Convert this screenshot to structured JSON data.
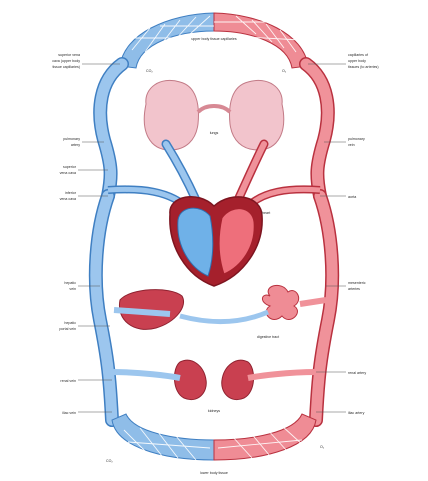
{
  "labels": {
    "upper_left": [
      "superior vena",
      "cava (upper body",
      "tissue capillaries)"
    ],
    "upper_right": [
      "capillaries of",
      "upper body",
      "tissues (to arteries)"
    ],
    "top_center": "upper body tissue capillaries",
    "co2_top": "CO₂",
    "o2_top": "O₂",
    "pulmonary_artery": [
      "pulmonary",
      "artery"
    ],
    "pulmonary_vein": [
      "pulmonary",
      "vein"
    ],
    "lungs": "lungs",
    "superior_vena_cava": [
      "superior",
      "vena cava"
    ],
    "inferior_vena_cava": [
      "inferior",
      "vena cava"
    ],
    "aorta": "aorta",
    "heart": "heart",
    "hepatic_vein": [
      "hepatic",
      "vein"
    ],
    "mesenteric_arteries": [
      "mesenteric",
      "arteries"
    ],
    "hepatic_portal_vein": [
      "hepatic",
      "portal vein"
    ],
    "digestive_tract": "digestive tract",
    "renal_vein": "renal vein",
    "renal_artery": "renal artery",
    "kidneys": "kidneys",
    "iliac_vein": "iliac vein",
    "iliac_artery": "iliac artery",
    "co2_bottom": "CO₂",
    "o2_bottom": "O₂",
    "bottom_center": "lower body tissue"
  },
  "colors": {
    "vein_blue": "#7fb4e6",
    "vein_blue_dark": "#3f7fc2",
    "artery_red": "#e8707a",
    "artery_red_dark": "#b9313f",
    "lung_pink": "#f2c4cc",
    "heart_dark": "#a5202c",
    "organ_red": "#c94050"
  }
}
